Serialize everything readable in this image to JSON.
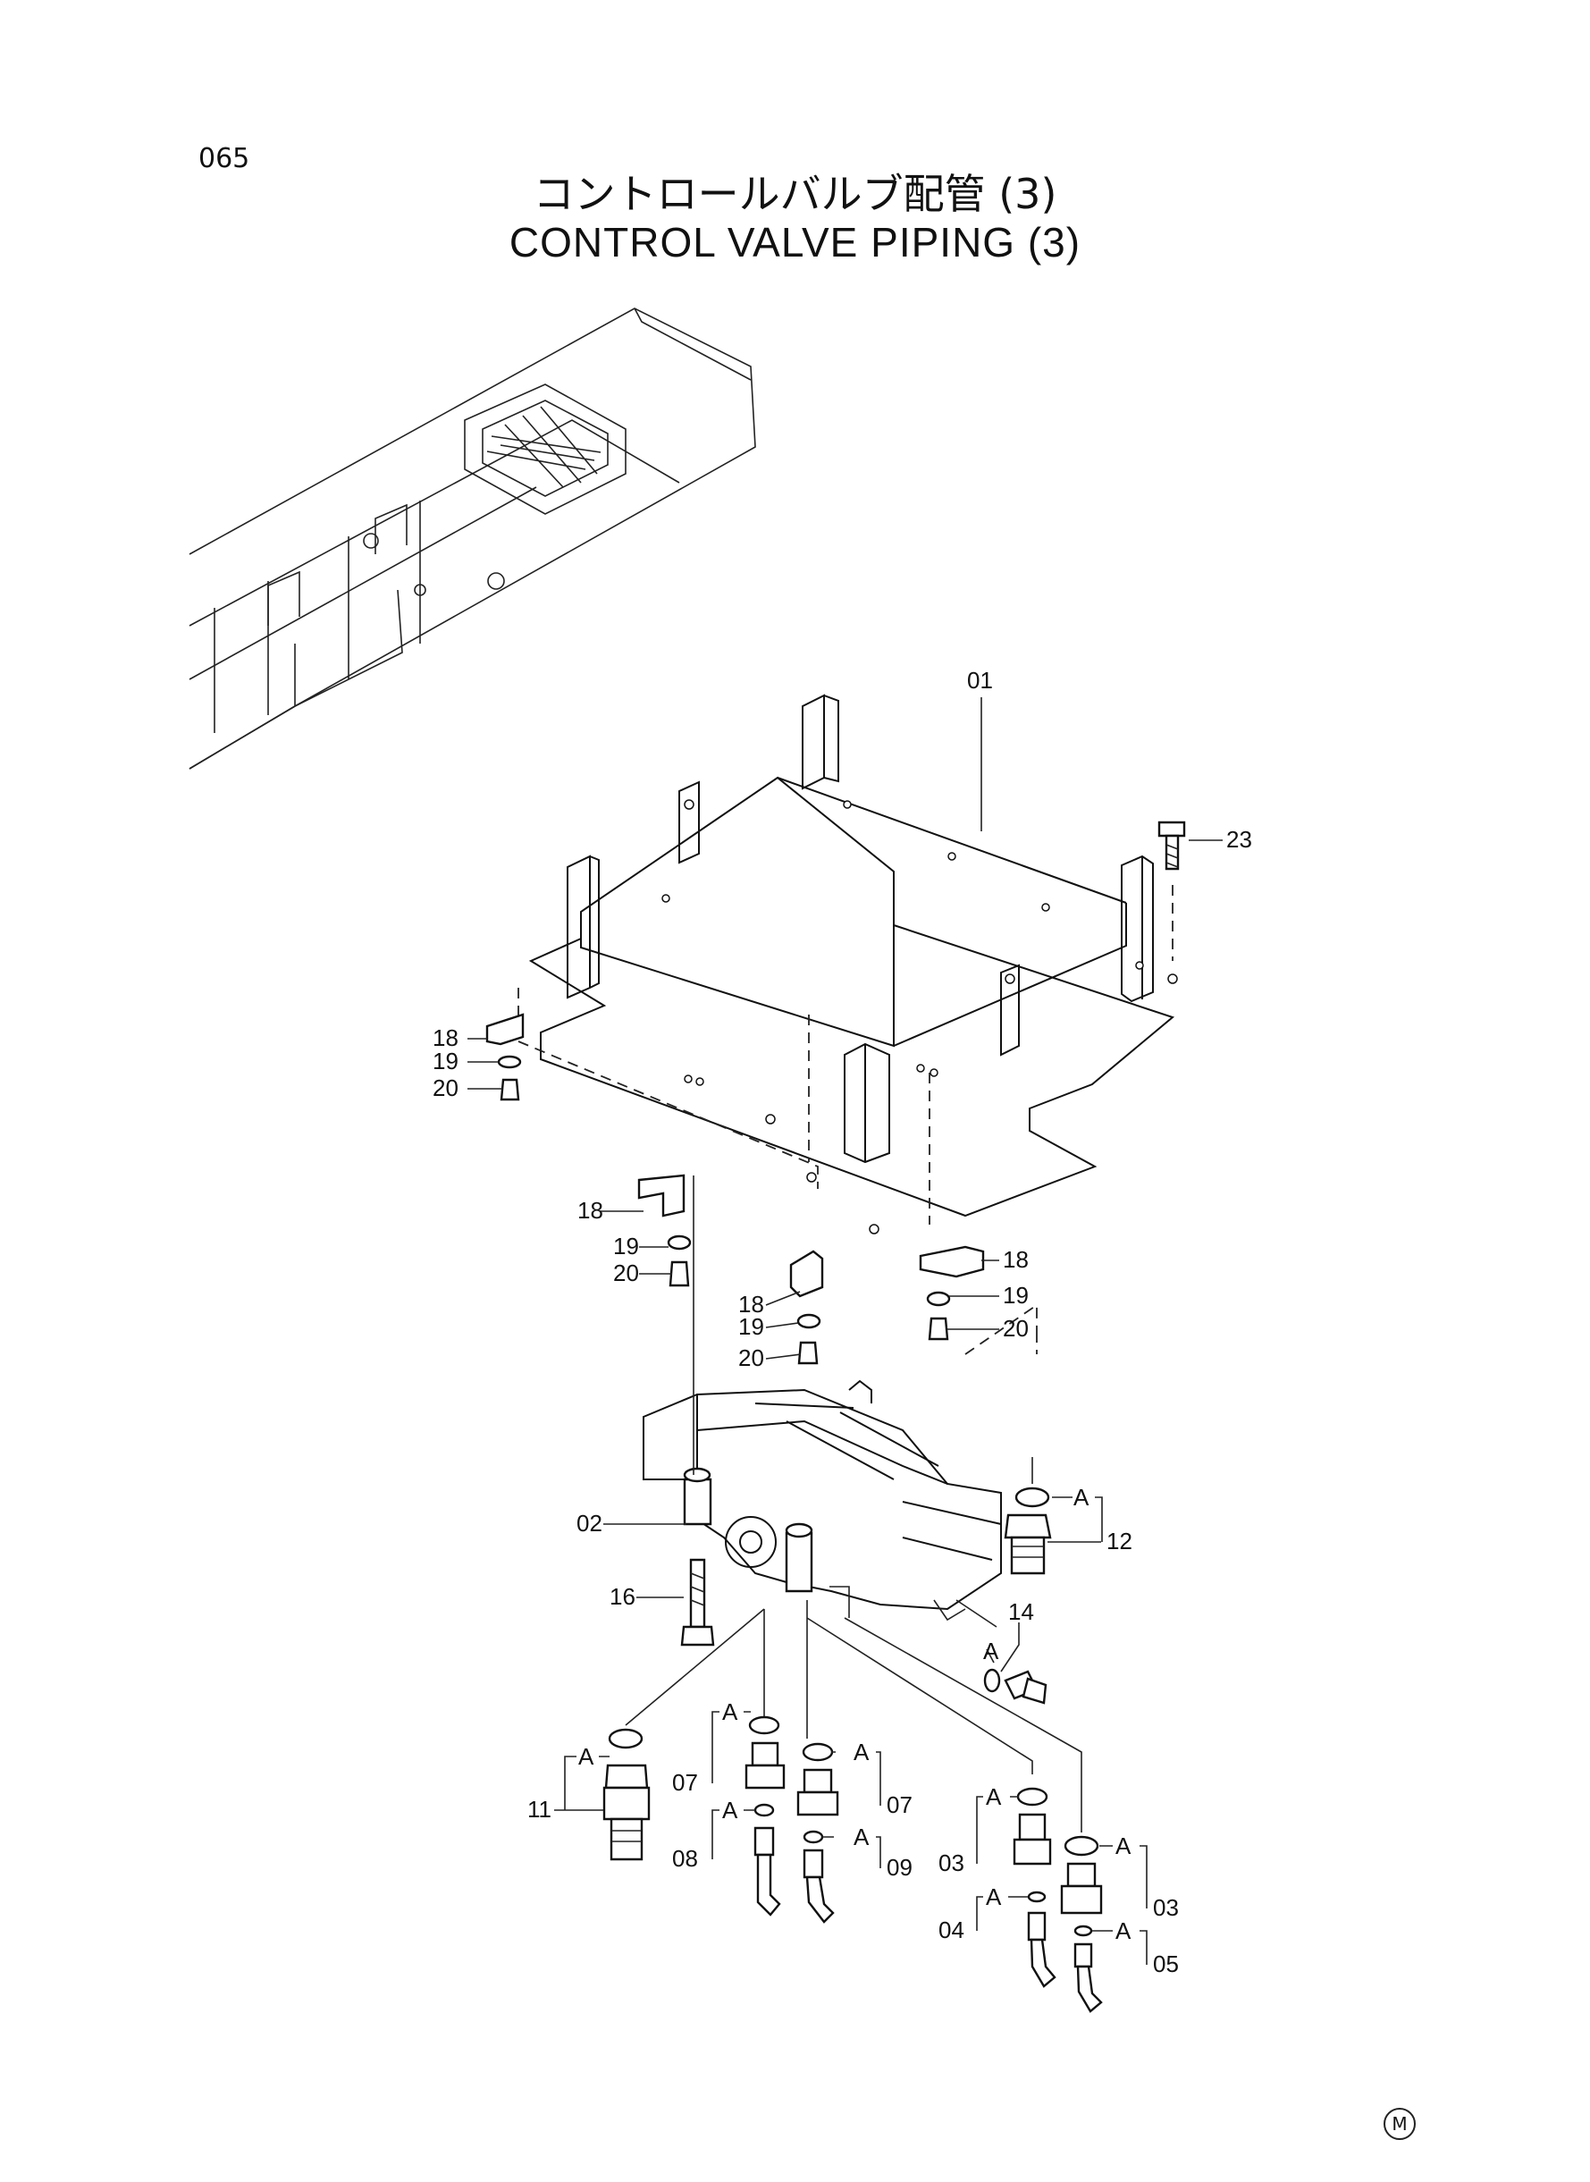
{
  "page_number": "065",
  "title_jp": "コントロールバルブ配管 (3)",
  "title_en": "CONTROL VALVE PIPING (3)",
  "marker": "M",
  "a_label": "A",
  "part_labels": {
    "p01": "01",
    "p23": "23",
    "p18a": "18",
    "p19a": "19",
    "p20a": "20",
    "p18b": "18",
    "p19b": "19",
    "p20b": "20",
    "p18c": "18",
    "p19c": "19",
    "p20c": "20",
    "p18d": "18",
    "p19d": "19",
    "p20d": "20",
    "p02": "02",
    "p16": "16",
    "p12": "12",
    "p14": "14",
    "p11": "11",
    "p07a": "07",
    "p07b": "07",
    "p08": "08",
    "p09": "09",
    "p03a": "03",
    "p03b": "03",
    "p04": "04",
    "p05": "05"
  }
}
